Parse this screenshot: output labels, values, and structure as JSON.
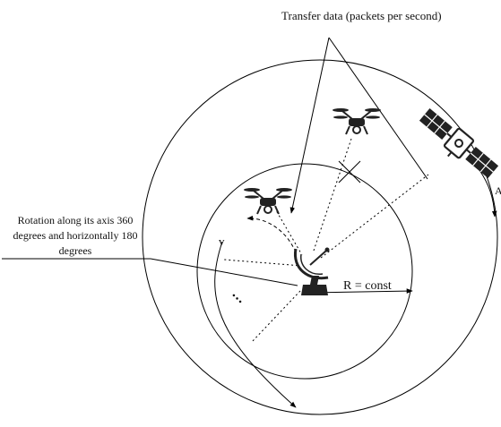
{
  "labels": {
    "title": "Transfer data (packets per second)",
    "rotation": "Rotation along its axis 360 degrees and horizontally 180 degrees",
    "velocity": "v",
    "radius": "R = const",
    "ellipsis": "...",
    "edge_mark": "A"
  },
  "icons": {
    "drone_inner": "drone-icon",
    "drone_outer": "drone-icon",
    "satellite": "satellite-icon",
    "antenna": "satellite-dish-icon"
  },
  "colors": {
    "stroke": "#000000",
    "icon_dark": "#222222",
    "background": "#ffffff"
  }
}
